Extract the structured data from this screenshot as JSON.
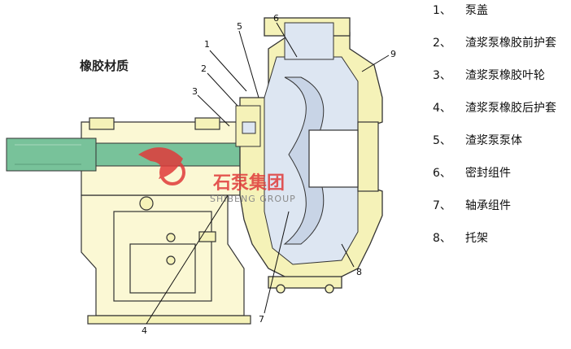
{
  "diagram": {
    "title": "橡胶材质",
    "watermark": {
      "brand": "石泵集团",
      "brand_en": "SHIBENG GROUP"
    },
    "callouts": [
      "1",
      "2",
      "3",
      "4",
      "5",
      "6",
      "7",
      "8",
      "9"
    ],
    "legend": [
      {
        "num": "1、",
        "label": "泵盖"
      },
      {
        "num": "2、",
        "label": "渣浆泵橡胶前护套"
      },
      {
        "num": "3、",
        "label": "渣浆泵橡胶叶轮"
      },
      {
        "num": "4、",
        "label": "渣浆泵橡胶后护套"
      },
      {
        "num": "5、",
        "label": "渣浆泵泵体"
      },
      {
        "num": "6、",
        "label": "密封组件"
      },
      {
        "num": "7、",
        "label": "轴承组件"
      },
      {
        "num": "8、",
        "label": "托架"
      }
    ],
    "colors": {
      "casing": "#f5f2b8",
      "liner": "#dde6f2",
      "shaft": "#78c29a",
      "frame": "#fbf8d4",
      "outline": "#333333",
      "watermark": "#e03a3a"
    }
  }
}
